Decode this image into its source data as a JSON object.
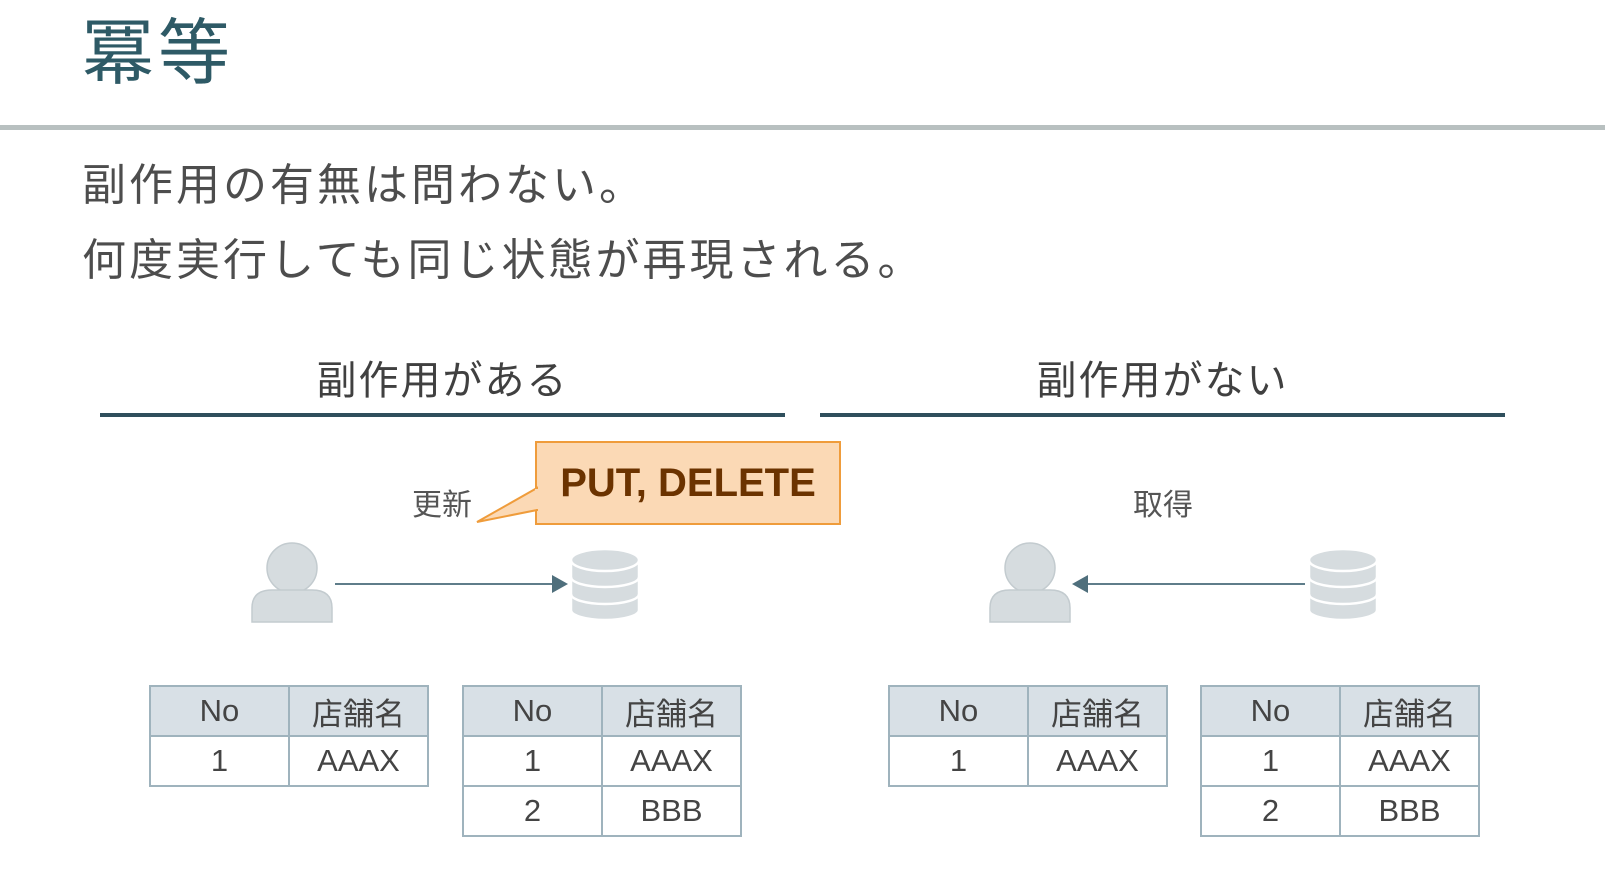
{
  "title": "冪等",
  "lines": [
    "副作用の有無は問わない。",
    "何度実行しても同じ状態が再現される。"
  ],
  "left": {
    "section_title": "副作用がある",
    "operation_label": "更新",
    "callout": "PUT, DELETE",
    "before_table": {
      "headers": [
        "No",
        "店舗名"
      ],
      "rows": [
        [
          "1",
          "AAAX"
        ]
      ]
    },
    "after_table": {
      "headers": [
        "No",
        "店舗名"
      ],
      "rows": [
        [
          "1",
          "AAAX"
        ],
        [
          "2",
          "BBB"
        ]
      ]
    }
  },
  "right": {
    "section_title": "副作用がない",
    "operation_label": "取得",
    "before_table": {
      "headers": [
        "No",
        "店舗名"
      ],
      "rows": [
        [
          "1",
          "AAAX"
        ]
      ]
    },
    "after_table": {
      "headers": [
        "No",
        "店舗名"
      ],
      "rows": [
        [
          "1",
          "AAAX"
        ],
        [
          "2",
          "BBB"
        ]
      ]
    }
  },
  "icons": {
    "person": "person-icon",
    "database": "database-icon",
    "arrow": "arrow-icon"
  },
  "colors": {
    "title": "#2e5a66",
    "rule": "#2f4f5c",
    "callout_fill": "#fbd9b5",
    "callout_border": "#ef9c3b",
    "table_header": "#d8e0e6",
    "table_border": "#9fb3bd",
    "icon_fill": "#d6dcdf"
  }
}
